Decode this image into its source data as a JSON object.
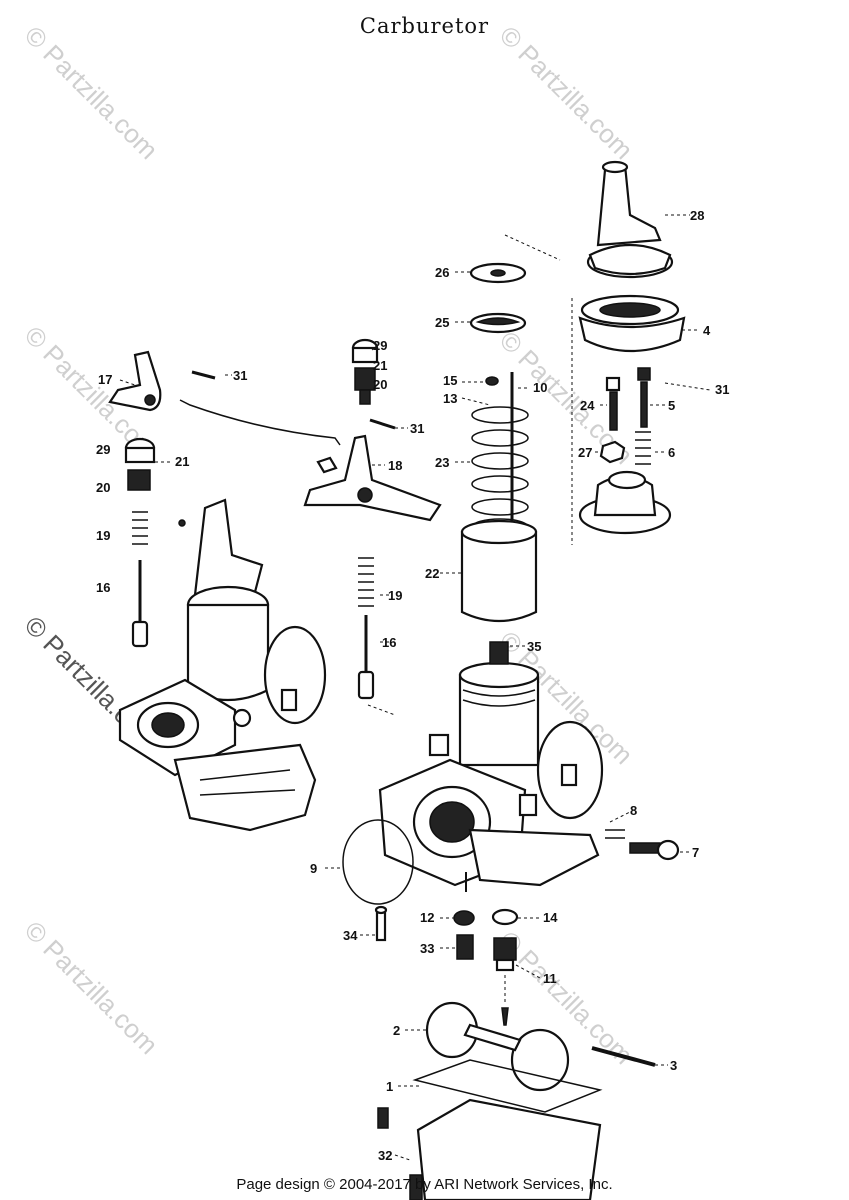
{
  "title": "Carburetor",
  "watermark": "© Partzilla.com",
  "footer": "Page design © 2004-2017 by ARI Network Services, Inc.",
  "callouts": {
    "c1": "1",
    "c2": "2",
    "c3": "3",
    "c4": "4",
    "c5": "5",
    "c6": "6",
    "c7": "7",
    "c8": "8",
    "c9": "9",
    "c10": "10",
    "c11": "11",
    "c12": "12",
    "c13": "13",
    "c14": "14",
    "c15": "15",
    "c16a": "16",
    "c16b": "16",
    "c17": "17",
    "c18": "18",
    "c19a": "19",
    "c19b": "19",
    "c20a": "20",
    "c20b": "20",
    "c21a": "21",
    "c21b": "21",
    "c22": "22",
    "c23": "23",
    "c24": "24",
    "c25": "25",
    "c26": "26",
    "c27": "27",
    "c28": "28",
    "c29a": "29",
    "c29b": "29",
    "c31a": "31",
    "c31b": "31",
    "c31c": "31",
    "c32": "32",
    "c33": "33",
    "c34": "34",
    "c35": "35"
  }
}
